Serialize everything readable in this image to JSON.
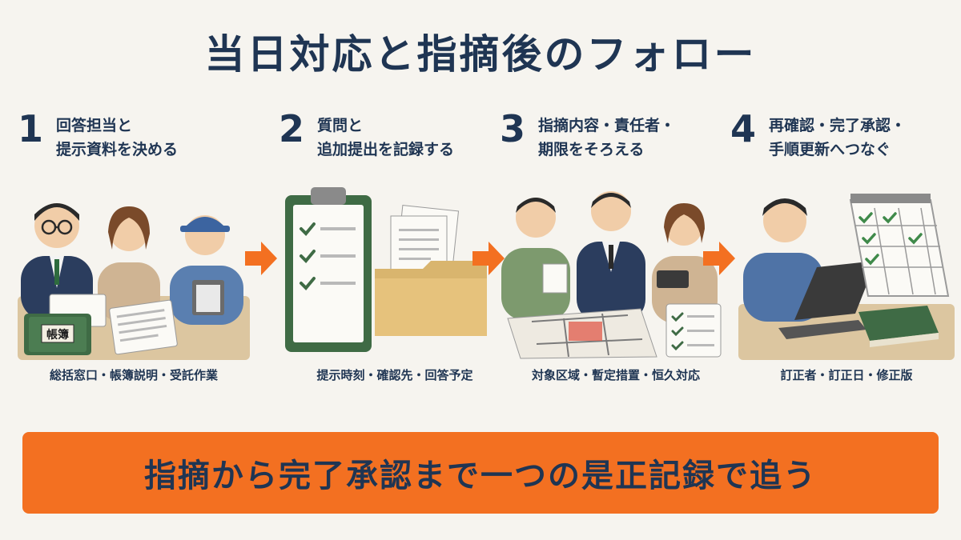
{
  "title": "当日対応と指摘後のフォロー",
  "steps": [
    {
      "number": "1",
      "label_lines": [
        "回答担当と",
        "提示資料を決める"
      ],
      "caption": "総括窓口・帳簿説明・受託作業",
      "book_label": "帳簿"
    },
    {
      "number": "2",
      "label_lines": [
        "質問と",
        "追加提出を記録する"
      ],
      "caption": "提示時刻・確認先・回答予定"
    },
    {
      "number": "3",
      "label_lines": [
        "指摘内容・責任者・",
        "期限をそろえる"
      ],
      "caption": "対象区域・暫定措置・恒久対応"
    },
    {
      "number": "4",
      "label_lines": [
        "再確認・完了承認・",
        "手順更新へつなぐ"
      ],
      "caption": "訂正者・訂正日・修正版"
    }
  ],
  "banner": {
    "text": "指摘から完了承認まで一つの是正記録で追う"
  },
  "colors": {
    "navy": "#1f3553",
    "orange": "#f37021",
    "background": "#f6f4ef",
    "green": "#3f6b45"
  },
  "icons": {
    "arrow": "right-arrow-icon",
    "checklist": "clipboard-checklist-icon",
    "folder": "document-folder-icon",
    "calendar": "calendar-icon",
    "laptop": "laptop-icon",
    "book": "ledger-book-icon"
  }
}
